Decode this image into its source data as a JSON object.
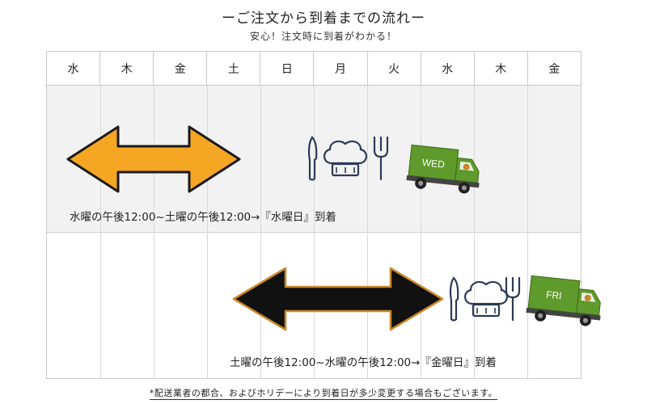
{
  "header": {
    "title": "ーご注文から到着までの流れー",
    "subtitle": "安心！注文時に到着がわかる！"
  },
  "days": [
    "水",
    "木",
    "金",
    "土",
    "日",
    "月",
    "火",
    "水",
    "木",
    "金"
  ],
  "rows": [
    {
      "caption": "水曜の午後12:00~土曜の午後12:00→『水曜日』到着",
      "arrow_color": "#f5a623",
      "truck_label": "WED"
    },
    {
      "caption": "土曜の午後12:00~水曜の午後12:00→『金曜日』到着",
      "arrow_color": "#111111",
      "truck_label": "FRI"
    }
  ],
  "footnote": "*配送業者の都合、およびホリデーにより到着日が多少変更する場合もございます。",
  "colors": {
    "truck_green": "#5f9a2c",
    "icon_navy": "#2b3a57",
    "grid_line": "#c9c9c9",
    "row_shade": "#f2f2f2"
  },
  "icons": [
    "knife-icon",
    "chef-hat-icon",
    "fork-icon",
    "delivery-truck-icon"
  ]
}
